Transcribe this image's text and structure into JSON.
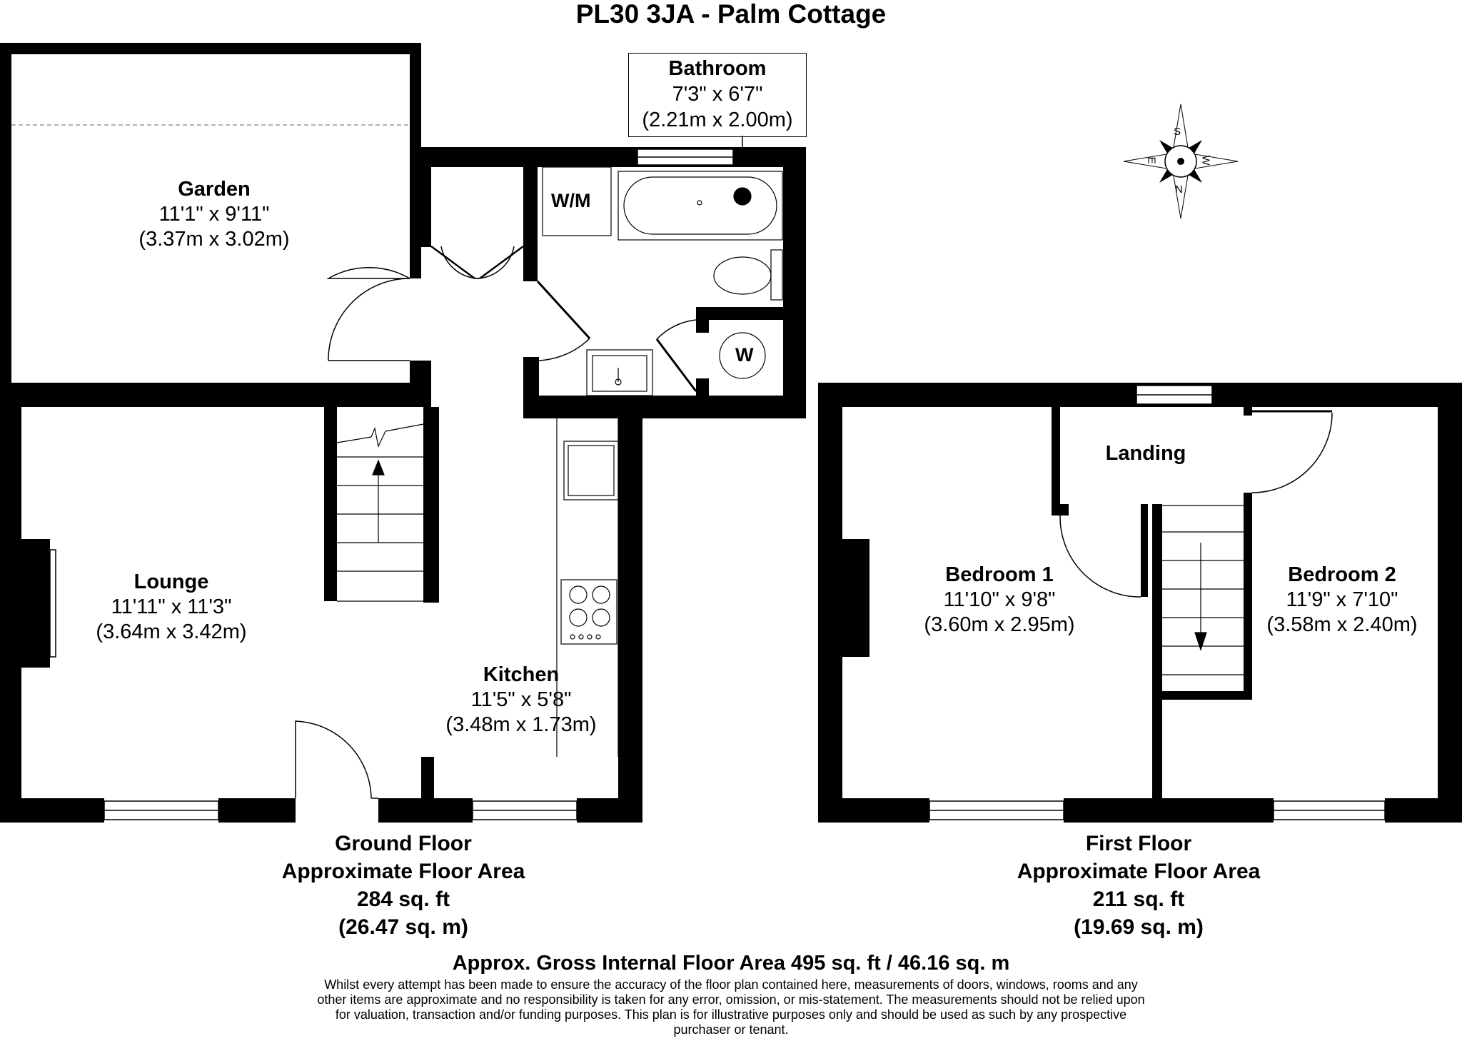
{
  "title": "PL30 3JA - Palm Cottage",
  "rooms": {
    "garden": {
      "name": "Garden",
      "imperial": "11'1\" x 9'11\"",
      "metric": "(3.37m x 3.02m)"
    },
    "bathroom": {
      "name": "Bathroom",
      "imperial": "7'3\" x 6'7\"",
      "metric": "(2.21m x 2.00m)"
    },
    "lounge": {
      "name": "Lounge",
      "imperial": "11'11\" x 11'3\"",
      "metric": "(3.64m x 3.42m)"
    },
    "kitchen": {
      "name": "Kitchen",
      "imperial": "11'5\" x 5'8\"",
      "metric": "(3.48m x 1.73m)"
    },
    "landing": {
      "name": "Landing"
    },
    "bedroom1": {
      "name": "Bedroom 1",
      "imperial": "11'10\" x 9'8\"",
      "metric": "(3.60m x 2.95m)"
    },
    "bedroom2": {
      "name": "Bedroom 2",
      "imperial": "11'9\" x 7'10\"",
      "metric": "(3.58m x 2.40m)"
    }
  },
  "fixtures": {
    "washing_machine": "W/M",
    "water_heater": "W"
  },
  "compass": {
    "n": "N",
    "s": "S",
    "e": "E",
    "w": "W"
  },
  "floors": {
    "ground": {
      "name": "Ground Floor",
      "label": "Approximate Floor Area",
      "sqft": "284 sq. ft",
      "sqm": "(26.47 sq. m)"
    },
    "first": {
      "name": "First Floor",
      "label": "Approximate Floor Area",
      "sqft": "211 sq. ft",
      "sqm": "(19.69 sq. m)"
    }
  },
  "gross_area": "Approx. Gross Internal Floor Area 495 sq. ft / 46.16 sq. m",
  "disclaimer": "Whilst every attempt has been made to ensure the accuracy of the floor plan contained here, measurements of doors, windows, rooms and any other items are approximate and no responsibility is taken for any error, omission, or mis-statement. The measurements should not be relied upon for valuation, transaction and/or funding purposes. This plan is for illustrative purposes only and should be used as such by any prospective purchaser or tenant."
}
